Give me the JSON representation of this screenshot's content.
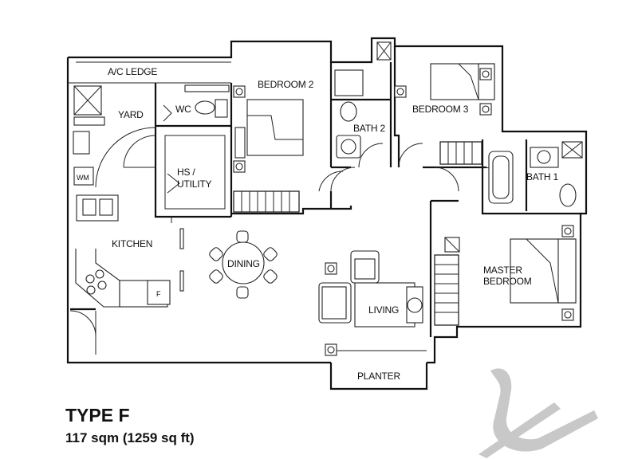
{
  "plan": {
    "type_title": "TYPE F",
    "area": "117 sqm (1259 sq ft)",
    "rooms": {
      "ac_ledge": "A/C LEDGE",
      "yard": "YARD",
      "wc": "WC",
      "hs_line1": "HS /",
      "hs_line2": "UTILITY",
      "wm": "WM",
      "kitchen": "KITCHEN",
      "fridge": "F",
      "dining": "DINING",
      "bedroom2": "BEDROOM 2",
      "bath2": "BATH 2",
      "bedroom3": "BEDROOM 3",
      "bath1": "BATH 1",
      "master_line1": "MASTER",
      "master_line2": "BEDROOM",
      "living": "LIVING",
      "planter": "PLANTER"
    }
  },
  "colors": {
    "ink": "#111111",
    "watermark": "#c8c8c8"
  }
}
